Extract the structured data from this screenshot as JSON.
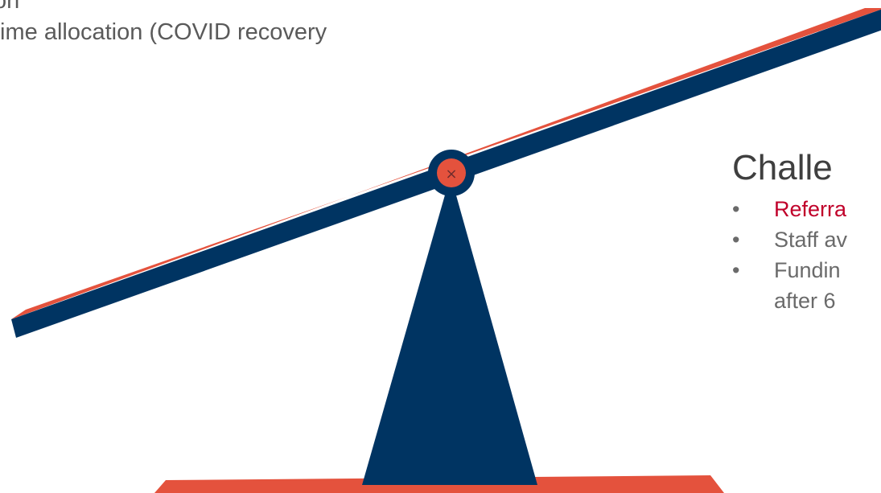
{
  "left_text": {
    "line_1": "on",
    "line_2": "time allocation (COVID recovery"
  },
  "challenges": {
    "title": "Challe",
    "items": [
      {
        "text": "Referra"
      },
      {
        "text": "Staff av"
      },
      {
        "text": "Fundin",
        "continuation": "after 6"
      }
    ]
  },
  "pivot": {
    "symbol": "×"
  },
  "colors": {
    "navy": "#003462",
    "orange_red": "#e4523d",
    "text_gray": "#5a5a5a",
    "text_dark": "#3f3f3f",
    "accent_red": "#c0002a",
    "background": "#ffffff"
  }
}
